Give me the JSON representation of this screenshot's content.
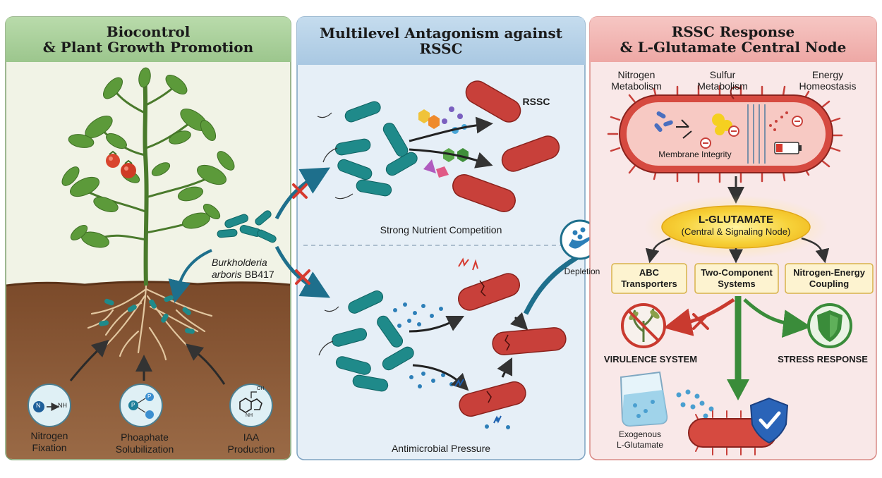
{
  "panels": {
    "left": {
      "title_line1": "Biocontrol",
      "title_line2": "& Plant Growth Promotion",
      "organism_line1": "Burkholderia",
      "organism_line2": "arboris",
      "organism_strain": "BB417",
      "traits": [
        {
          "line1": "Nitrogen",
          "line2": "Fixation",
          "icon": "n2-to-nh3-icon",
          "formula_left": "N",
          "formula_right": "NH"
        },
        {
          "line1": "Phoaphate",
          "line2": "Solubilization",
          "icon": "phosphate-icon",
          "formula_left": "P",
          "formula_right": "P"
        },
        {
          "line1": "IAA",
          "line2": "Production",
          "icon": "indole-molecule-icon",
          "formula_left": "OH",
          "formula_right": "NH"
        }
      ]
    },
    "middle": {
      "title_line1": "Multilevel Antagonism against",
      "title_line2": "RSSC",
      "rssc_label": "RSSC",
      "competition_label": "Strong Nutrient Competition",
      "pressure_label": "Antimicrobial Pressure",
      "depletion_label": "Depletion"
    },
    "right": {
      "title_line1": "RSSC Response",
      "title_line2": "& L-Glutamate Central Node",
      "metabolism": [
        {
          "line1": "Nitrogen",
          "line2": "Metabolism"
        },
        {
          "line1": "Sulfur",
          "line2": "Metabolism"
        },
        {
          "line1": "Energy",
          "line2": "Homeostasis"
        }
      ],
      "membrane_label": "Membrane Integrity",
      "node_title": "L-GLUTAMATE",
      "node_subtitle": "(Central & Signaling Node)",
      "boxes": [
        {
          "line1": "ABC",
          "line2": "Transporters"
        },
        {
          "line1": "Two-Component",
          "line2": "Systems"
        },
        {
          "line1": "Nitrogen-Energy",
          "line2": "Coupling"
        }
      ],
      "virulence_label": "VIRULENCE SYSTEM",
      "stress_label": "STRESS RESPONSE",
      "exogenous_line1": "Exogenous",
      "exogenous_line2": "L-Glutamate"
    }
  },
  "colors": {
    "left_header": "#a9cf9a",
    "left_bg": "#f1f3e6",
    "soil": "#7a4a2c",
    "middle_header": "#b3cfe6",
    "middle_bg": "#e6eff7",
    "right_header": "#f1b4b4",
    "right_bg": "#f9e8e8",
    "bacterium_teal": "#1f8a8a",
    "pathogen_red": "#c8403a",
    "glutamate_yellow": "#f5c518",
    "box_fill": "#fdf3d0",
    "arrow_blue": "#1e6f8c",
    "inhibit_red": "#d63a2f",
    "promote_green": "#3a8c3a"
  }
}
